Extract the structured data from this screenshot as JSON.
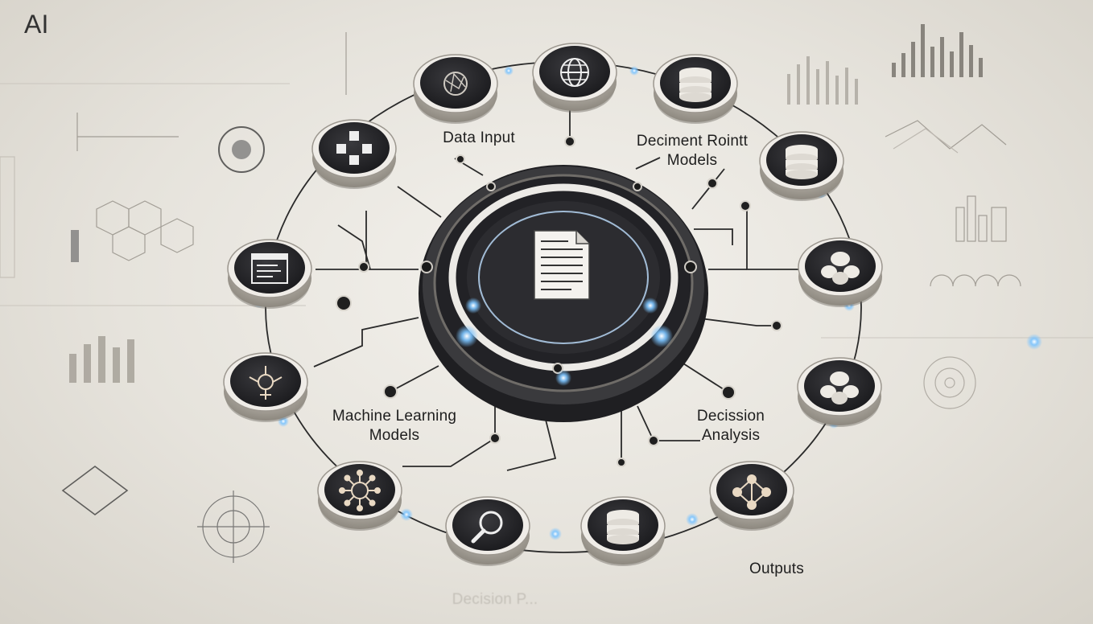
{
  "corner_label": "AI",
  "labels": {
    "data_input": "Data Input",
    "decim_line1": "Deciment Rointt",
    "decim_line2": "Models",
    "ml_line1": "Machine Learning",
    "ml_line2": "Models",
    "decision_line1": "Decission",
    "decision_line2": "Analysis",
    "outputs": "Outputs",
    "faded": "Decision P..."
  },
  "colors": {
    "background": "#e8e5de",
    "node_ring": "#b8b3ab",
    "node_face": "#2b2b2e",
    "glow": "#6fb8ff",
    "line": "#2a2a2a"
  },
  "center_icon": "document-icon",
  "nodes": [
    {
      "id": "n1",
      "icon": "brain-network-icon"
    },
    {
      "id": "n2",
      "icon": "globe-icon"
    },
    {
      "id": "n3",
      "icon": "database-icon"
    },
    {
      "id": "n4",
      "icon": "cubes-icon"
    },
    {
      "id": "n5",
      "icon": "database-icon"
    },
    {
      "id": "n6",
      "icon": "browser-window-icon"
    },
    {
      "id": "n7",
      "icon": "cluster-icon"
    },
    {
      "id": "n8",
      "icon": "neural-node-icon"
    },
    {
      "id": "n9",
      "icon": "cluster-icon"
    },
    {
      "id": "n10",
      "icon": "gear-network-icon"
    },
    {
      "id": "n11",
      "icon": "magnifier-icon"
    },
    {
      "id": "n12",
      "icon": "database-icon"
    },
    {
      "id": "n13",
      "icon": "network-graph-icon"
    }
  ]
}
